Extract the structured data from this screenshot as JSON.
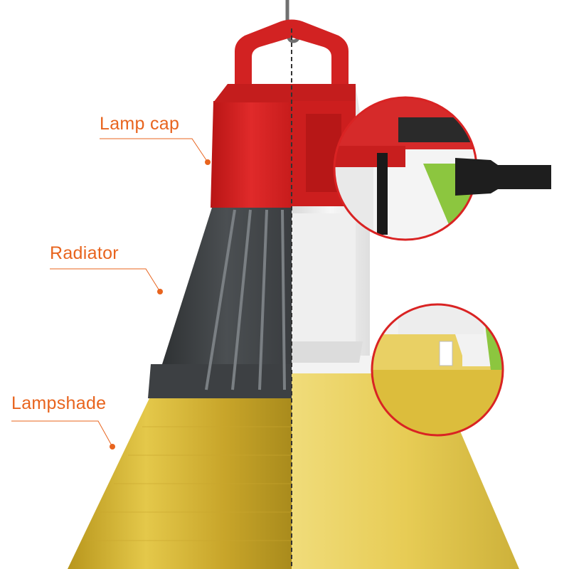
{
  "callouts": [
    {
      "id": "lamp-cap",
      "label": "Lamp cap"
    },
    {
      "id": "radiator",
      "label": "Radiator"
    },
    {
      "id": "lampshade",
      "label": "Lampshade"
    }
  ],
  "colors": {
    "label": "#e8641e",
    "cap_red": "#d92323",
    "radiator_gray": "#3e4144",
    "shade_gold": "#d8b93a",
    "interior_white": "#eeeeee",
    "cable_black": "#1e1e1e",
    "accent_green": "#8cc63f"
  }
}
